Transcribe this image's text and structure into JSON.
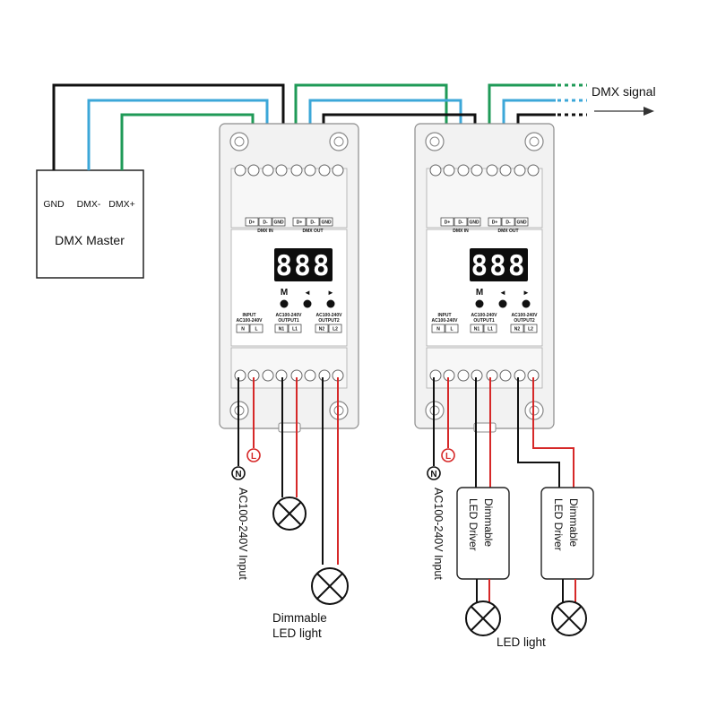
{
  "master": {
    "title": "DMX Master",
    "pins": [
      "GND",
      "DMX-",
      "DMX+"
    ]
  },
  "signal": {
    "label": "DMX signal"
  },
  "device": {
    "dmx_in_pins": [
      "D+",
      "D-",
      "GND"
    ],
    "dmx_out_pins": [
      "D+",
      "D-",
      "GND"
    ],
    "dmx_in_label": "DMX IN",
    "dmx_out_label": "DMX OUT",
    "display": "888",
    "btn_m": "M",
    "btn_left": "◄",
    "btn_right": "►",
    "input_label": [
      "INPUT",
      "AC100-240V"
    ],
    "input_pins": [
      "N",
      "L"
    ],
    "out1_label": [
      "AC100-240V",
      "OUTPUT1"
    ],
    "out1_pins": [
      "N1",
      "L1"
    ],
    "out2_label": [
      "AC100-240V",
      "OUTPUT2"
    ],
    "out2_pins": [
      "N2",
      "L2"
    ]
  },
  "power": {
    "n": "N",
    "l": "L",
    "input_label": "AC100-240V Input"
  },
  "left_load": {
    "line1": "Dimmable",
    "line2": "LED light"
  },
  "right_load": {
    "driver_line1": "Dimmable",
    "driver_line2": "LED Driver",
    "label": "LED light"
  },
  "colors": {
    "black": "#111111",
    "blue": "#3ca7d8",
    "green": "#1f9a57",
    "red": "#d62828",
    "device": "#f2f2f2",
    "device_stroke": "#8c8c8c"
  }
}
